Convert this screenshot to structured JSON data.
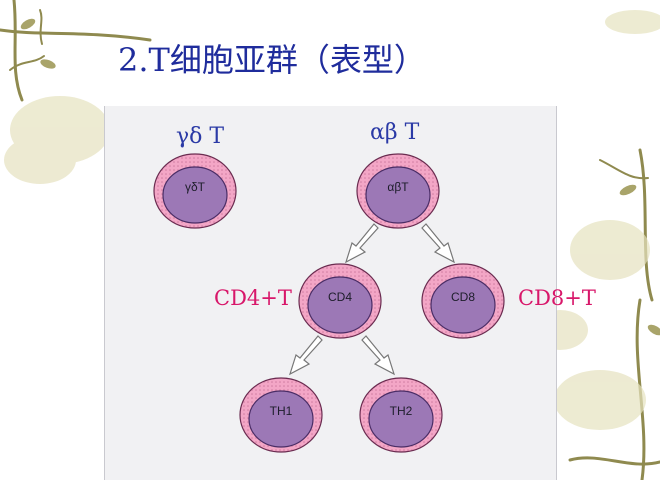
{
  "slide": {
    "title": "2.T细胞亚群（表型）"
  },
  "diagram": {
    "labels": {
      "gamma_delta": "γδ T",
      "alpha_beta": "αβ T",
      "cd4": "CD4+T",
      "cd8": "CD8+T"
    },
    "cells": {
      "gd": "γδT",
      "ab": "αβT",
      "cd4": "CD4",
      "cd8": "CD8",
      "th1": "TH1",
      "th2": "TH2"
    }
  },
  "colors": {
    "title": "#1f2c9c",
    "label_blue": "#2b3aa6",
    "label_red": "#d8176a",
    "cell_outer": "#f3a6c6",
    "cell_inner": "#9c78b6"
  }
}
